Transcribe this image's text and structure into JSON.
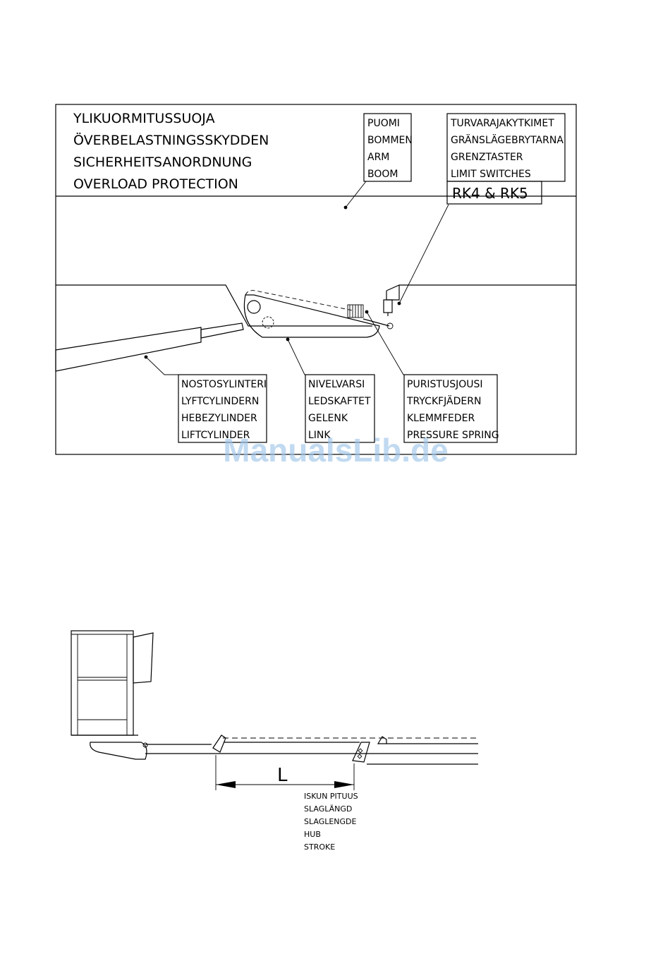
{
  "figure1": {
    "title_lines": [
      "YLIKUORMITUSSUOJA",
      "ÖVERBELASTNINGSSKYDDEN",
      "SICHERHEITSANORDNUNG",
      "OVERLOAD PROTECTION"
    ],
    "boom_label": [
      "PUOMI",
      "BOMMEN",
      "ARM",
      "BOOM"
    ],
    "limit_switch_label": [
      "TURVARAJAKYTKIMET",
      "GRÄNSLÄGEBRYTARNA",
      "GRENZTASTER",
      "LIMIT  SWITCHES"
    ],
    "limit_switch_code": "RK4  &  RK5",
    "cylinder_label": [
      "NOSTOSYLINTERI",
      "LYFTCYLINDERN",
      "HEBEZYLINDER",
      "LIFTCYLINDER"
    ],
    "link_label": [
      "NIVELVARSI",
      "LEDSKAFTET",
      "GELENK",
      "LINK"
    ],
    "spring_label": [
      "PURISTUSJOUSI",
      "TRYCKFJÄDERN",
      "KLEMMFEDER",
      "PRESSURE  SPRING"
    ]
  },
  "figure2": {
    "dimension_symbol": "L",
    "stroke_label": [
      "ISKUN  PITUUS",
      "SLAGLÄNGD",
      "SLAGLENGDE",
      "HUB",
      "STROKE"
    ]
  },
  "watermark": "ManualsLib.de"
}
